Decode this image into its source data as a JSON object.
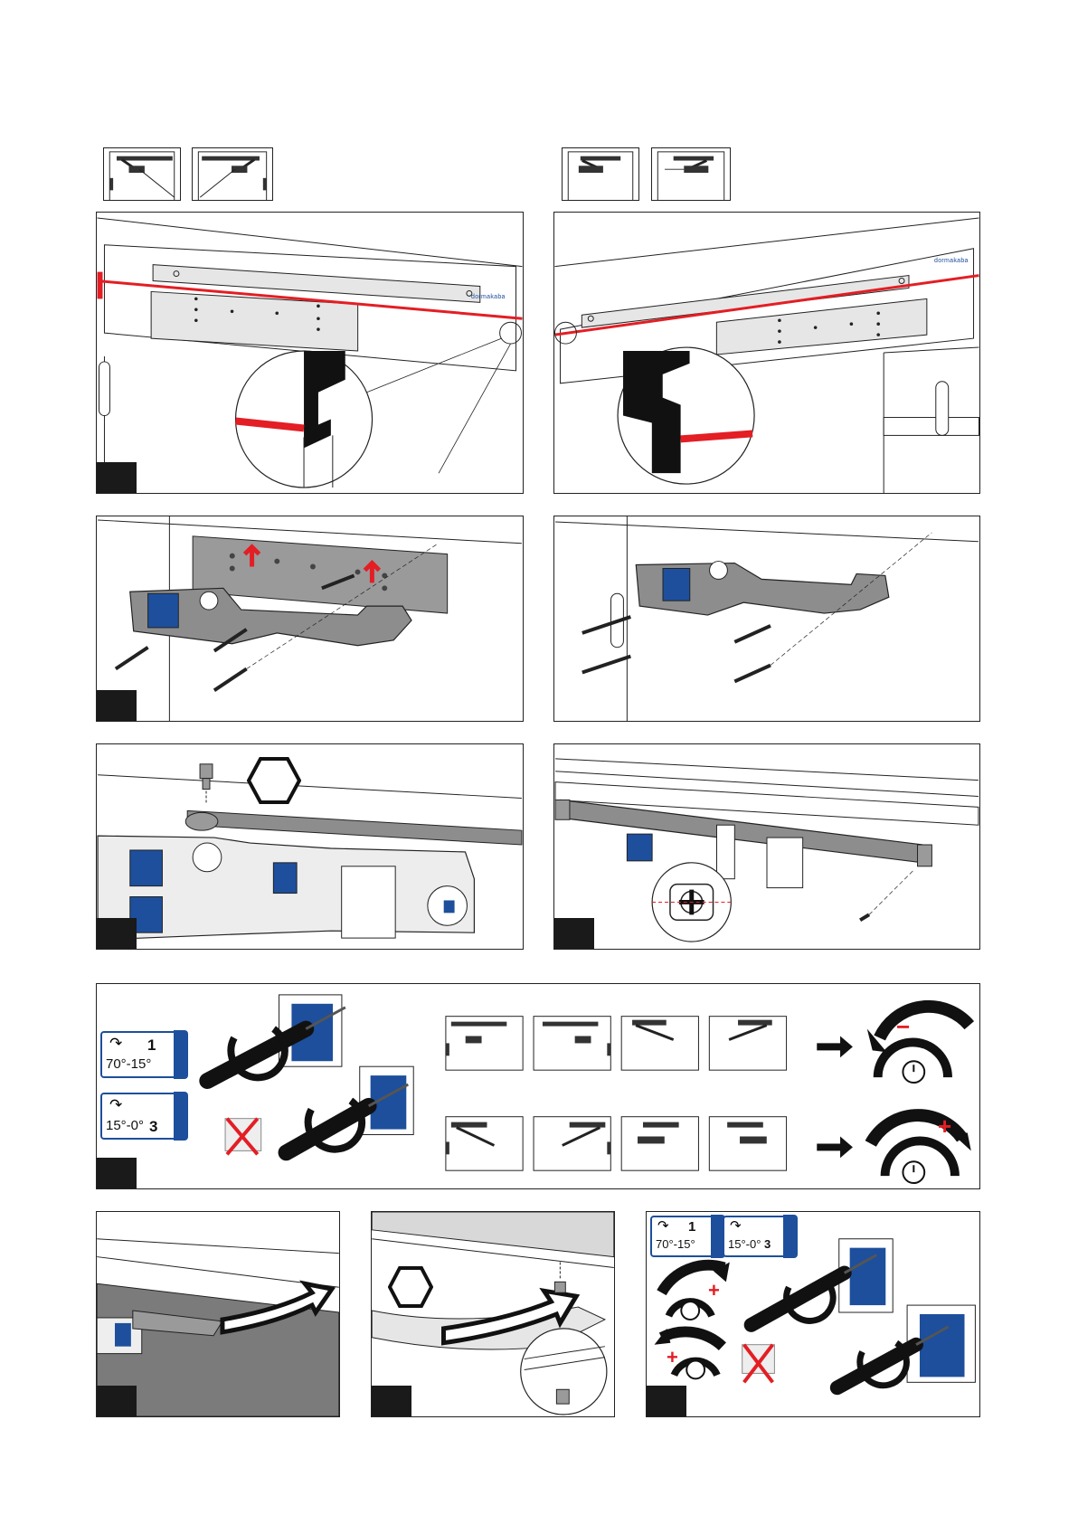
{
  "brand": {
    "text": "dormakaba",
    "accent_color": "#1d4f9c"
  },
  "colors": {
    "line": "#222222",
    "highlight_red": "#e31e24",
    "blue_label": "#1d4f9c",
    "plate_grey": "#e6e6e6",
    "body_grey": "#9a9a9a",
    "step_tab": "#1a1a1a"
  },
  "adjust_labels": {
    "valve1_num": "1",
    "valve1_range": "70°-15°",
    "valve3_num": "3",
    "valve3_range": "15°-0°"
  },
  "icons": {
    "hex_key": "hexagon-icon",
    "screwdriver": "screwdriver-icon",
    "no_drill": "no-drill-icon",
    "rotate_minus": "rotate-ccw-minus-icon",
    "rotate_plus": "rotate-cw-plus-icon",
    "stopwatch": "stopwatch-icon",
    "arrow_right": "arrow-right-icon"
  },
  "signs": {
    "minus": "−",
    "plus": "+"
  }
}
